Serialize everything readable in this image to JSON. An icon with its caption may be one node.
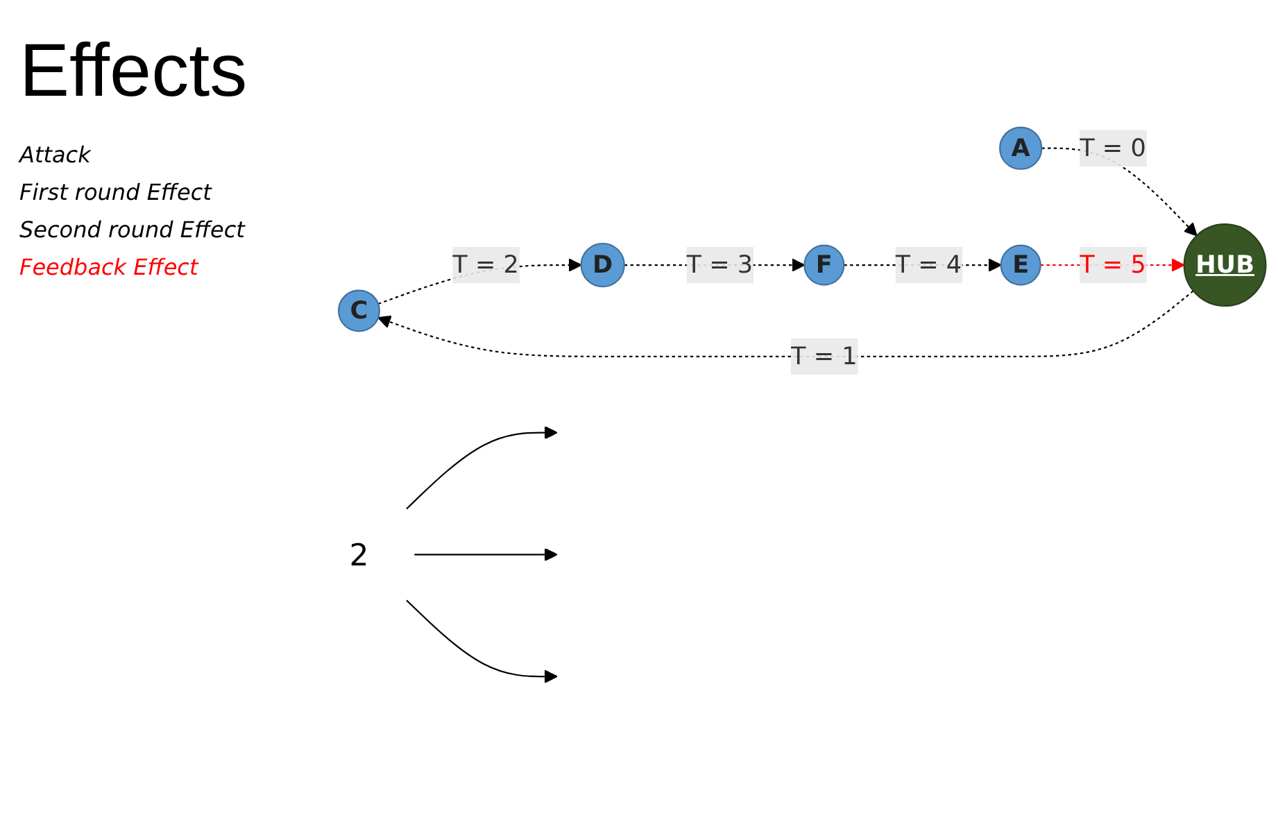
{
  "diagram": {
    "title": "Effects",
    "nodes": [
      {
        "text": [
          "C"
        ]
      },
      {
        "text": [
          "D"
        ]
      },
      {
        "text": [
          "2"
        ]
      },
      {
        "text": [
          "A"
        ]
      },
      {
        "text": [
          "HUB"
        ]
      },
      {
        "text": [
          "E"
        ]
      },
      {
        "text": [
          "F"
        ]
      }
    ],
    "edges": [
      {
        "from": 3,
        "to": 4,
        "arrow": "to",
        "label": "T = 0",
        "style": "dashed"
      },
      {
        "from": 4,
        "to": 0,
        "arrow": "to",
        "label": "T = 1",
        "style": "dashed"
      },
      {
        "from": 0,
        "to": 1,
        "arrow": "to",
        "label": "T = 2",
        "style": "dashed"
      },
      {
        "from": 1,
        "to": 6,
        "arrow": "to",
        "label": "T = 3",
        "style": "dashed"
      },
      {
        "from": 6,
        "to": 5,
        "arrow": "to",
        "label": "T = 4",
        "style": "dashed"
      },
      {
        "from": 5,
        "to": 4,
        "arrow": "to",
        "label": "T = 5",
        "style": "dashed",
        "color": "#ff0000"
      },
      {
        "from": 2,
        "to": null,
        "arrow": "to"
      },
      {
        "from": 2,
        "to": null,
        "arrow": "to"
      },
      {
        "from": 2,
        "to": null,
        "arrow": "to"
      }
    ],
    "labels": [
      "Attack",
      "First round Effect",
      "Second round Effect",
      "Feedback Effect"
    ]
  }
}
